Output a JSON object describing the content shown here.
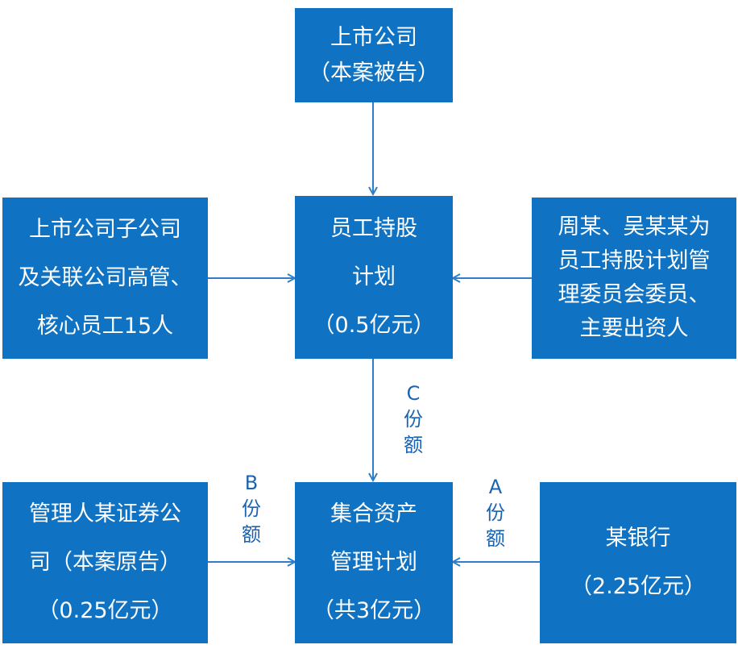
{
  "colors": {
    "box_fill": "#0f72c2",
    "box_text": "#ffffff",
    "arrow": "#2e7ec9",
    "label_text": "#1a63b3"
  },
  "nodes": {
    "listed_company": {
      "lines": [
        "上市公司",
        "（本案被告）"
      ]
    },
    "subsidiary_staff": {
      "lines": [
        "上市公司子公司",
        "及关联公司高管、",
        "核心员工15人"
      ]
    },
    "esop": {
      "lines": [
        "员工持股",
        "计划",
        "（0.5亿元）"
      ]
    },
    "committee": {
      "lines": [
        "周某、吴某某为",
        "员工持股计划管",
        "理委员会委员、",
        "主要出资人"
      ]
    },
    "manager": {
      "lines": [
        "管理人某证券公",
        "司（本案原告）",
        "（0.25亿元）"
      ]
    },
    "collective_plan": {
      "lines": [
        "集合资产",
        "管理计划",
        "（共3亿元）"
      ]
    },
    "bank": {
      "lines": [
        "某银行",
        "（2.25亿元）"
      ]
    }
  },
  "edge_labels": {
    "c_share": [
      "C",
      "份",
      "额"
    ],
    "b_share": [
      "B",
      "份",
      "额"
    ],
    "a_share": [
      "A",
      "份",
      "额"
    ]
  }
}
